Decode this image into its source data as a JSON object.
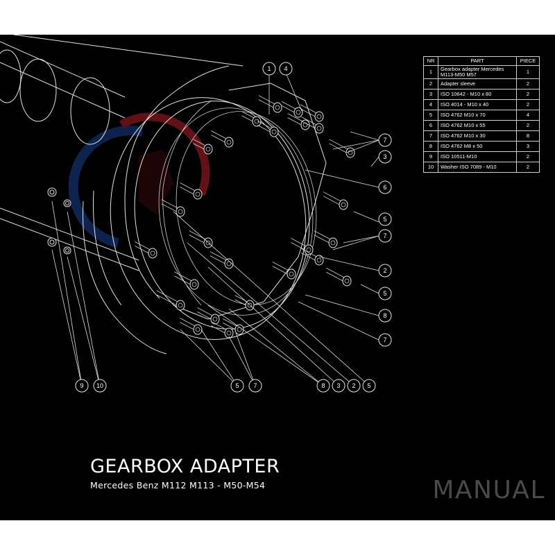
{
  "title": "GEARBOX ADAPTER",
  "subtitle": "Mercedes Benz M112 M113 - M50-M54",
  "manual_label": "MANUAL",
  "table": {
    "headers": [
      "NR",
      "PART",
      "PIECE"
    ],
    "rows": [
      {
        "nr": "1",
        "part": "Gearbox adapter Mercedes M113-M50 M57",
        "piece": "1"
      },
      {
        "nr": "2",
        "part": "Adapter sleeve",
        "piece": "2"
      },
      {
        "nr": "3",
        "part": "ISO 10642 - M10 x 80",
        "piece": "2"
      },
      {
        "nr": "4",
        "part": "ISO 4014 - M10 x 40",
        "piece": "2"
      },
      {
        "nr": "5",
        "part": "ISO 4762 M10 x 70",
        "piece": "4"
      },
      {
        "nr": "6",
        "part": "ISO 4762 M10 x 55",
        "piece": "2"
      },
      {
        "nr": "7",
        "part": "ISO 4762 M10 x 30",
        "piece": "8"
      },
      {
        "nr": "8",
        "part": "ISO 4762 M8 x 50",
        "piece": "3"
      },
      {
        "nr": "9",
        "part": "ISO 10511-M10",
        "piece": "2"
      },
      {
        "nr": "10",
        "part": "Washer ISO 7089 - M10",
        "piece": "2"
      }
    ]
  },
  "callouts": {
    "c1": "1",
    "c4": "4",
    "r7a": "7",
    "r3": "3",
    "r6": "6",
    "r5a": "5",
    "r7b": "7",
    "r2": "2",
    "r5b": "5",
    "r8": "8",
    "r7c": "7",
    "b9": "9",
    "b10": "10",
    "b5": "5",
    "b7": "7",
    "b8": "8",
    "b3": "3",
    "b2": "2",
    "b5b": "5"
  },
  "colors": {
    "background": "#000000",
    "line": "#e6e6e6",
    "manual_label": "#4a4a4a",
    "logo_red": "#b0202a",
    "logo_blue": "#1c3f8f"
  }
}
